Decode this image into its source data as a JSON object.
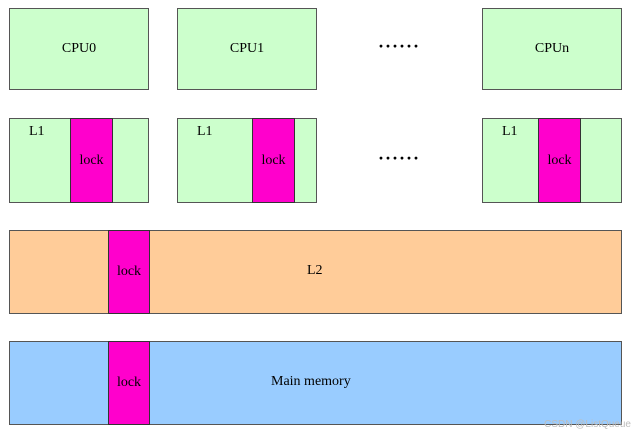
{
  "cpus": {
    "cpu0": "CPU0",
    "cpu1": "CPU1",
    "cpun": "CPUn",
    "ellipsis": "······"
  },
  "l1_caches": {
    "label": "L1",
    "lock_label": "lock",
    "ellipsis": "······"
  },
  "l2_cache": {
    "label": "L2",
    "lock_label": "lock"
  },
  "main_memory": {
    "label": "Main memory",
    "lock_label": "lock"
  },
  "colors": {
    "cpu_and_l1_fill": "#ccffcc",
    "lock_fill": "#ff00cc",
    "l2_fill": "#ffcc99",
    "memory_fill": "#99ccff"
  },
  "watermark": "CSDN @ListQueue"
}
